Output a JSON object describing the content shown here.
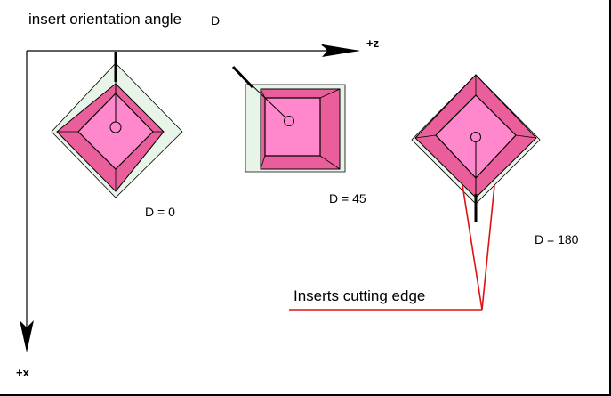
{
  "title": "insert orientation angle",
  "title_symbol": "D",
  "axes": {
    "z_label": "+z",
    "x_label": "+x"
  },
  "inserts": [
    {
      "label": "D = 0",
      "orientation_deg": 0
    },
    {
      "label": "D = 45",
      "orientation_deg": 45
    },
    {
      "label": "D = 180",
      "orientation_deg": 180
    }
  ],
  "cutting_edge_label": "Inserts cutting edge",
  "colors": {
    "insert_face": "#ff88cc",
    "insert_bevel": "#ea5f9b",
    "insert_outline": "#000000",
    "shoulder": "#e8f4e8",
    "callout_line": "#e01010",
    "axis": "#000000"
  }
}
